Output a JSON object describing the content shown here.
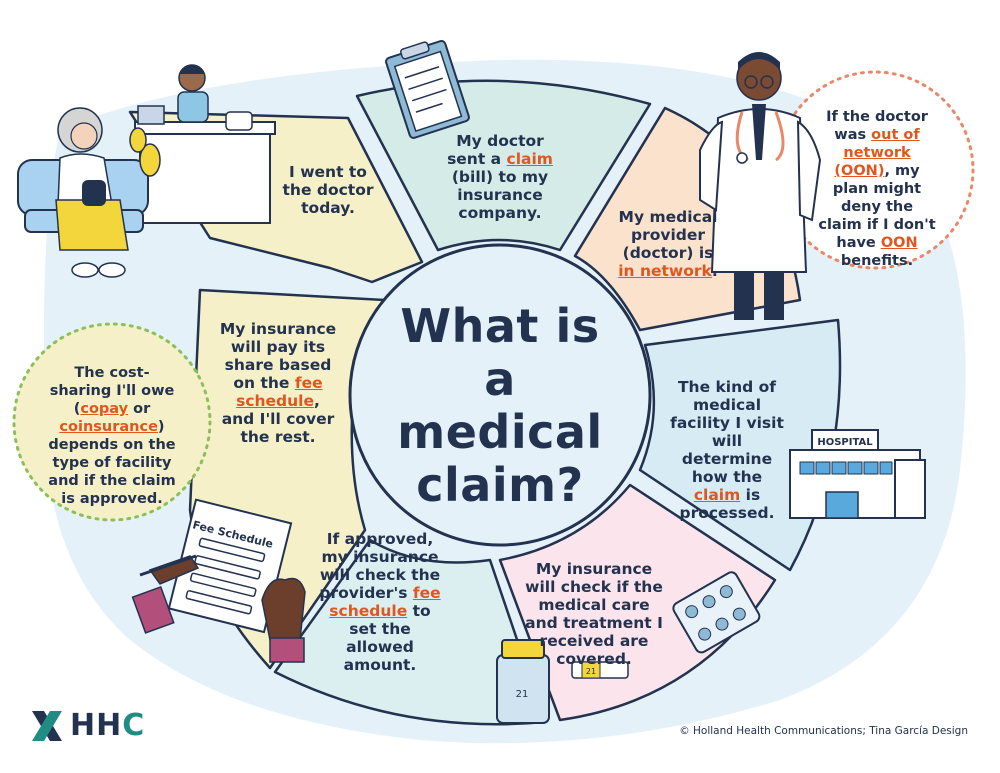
{
  "title": "What is a medical claim?",
  "title_lines": [
    "What is",
    "a medical",
    "claim?"
  ],
  "steps": [
    {
      "id": "went",
      "text": "I went to the doctor today."
    },
    {
      "id": "sent",
      "pre": "My doctor sent a ",
      "hl": "claim",
      "post": " (bill) to my insurance company."
    },
    {
      "id": "innet",
      "pre": "My medical provider (doctor) is ",
      "hl": "in network",
      "post": "."
    },
    {
      "id": "facility",
      "pre": "The kind of medical facility I visit will determine how the ",
      "hl": "claim",
      "post": " is processed."
    },
    {
      "id": "covered",
      "text": "My insurance will check if the medical care and treatment I received are covered."
    },
    {
      "id": "allowed",
      "pre": "If approved, my insurance will check the provider's ",
      "hl": "fee schedule",
      "post": " to set the allowed amount."
    },
    {
      "id": "pay",
      "pre": "My insurance will pay its share based on the ",
      "hl": "fee schedule",
      "post": ", and I'll cover the rest."
    }
  ],
  "callouts": {
    "oon": {
      "t1": "If the doctor was ",
      "h1": "out of network (OON)",
      "t2": ", my plan might deny the claim if I don't have ",
      "h2": "OON",
      "t3": " benefits."
    },
    "cost": {
      "t1": "The cost-sharing I'll owe (",
      "h1": "copay",
      "t2": " or ",
      "h2": "coinsurance",
      "t3": ") depends on the type of facility and if the claim is approved."
    }
  },
  "labels": {
    "fee_schedule": "Fee Schedule",
    "hospital": "HOSPITAL",
    "pill_label": "21",
    "tube_label": "21"
  },
  "logo": {
    "h1": "HH",
    "h2": "C"
  },
  "credit": "© Holland Health Communications; Tina García Design",
  "colors": {
    "navy": "#23324f",
    "accent": "#e0561f",
    "teal": "#1f8d83",
    "pale_blue": "#e4f1f8"
  }
}
